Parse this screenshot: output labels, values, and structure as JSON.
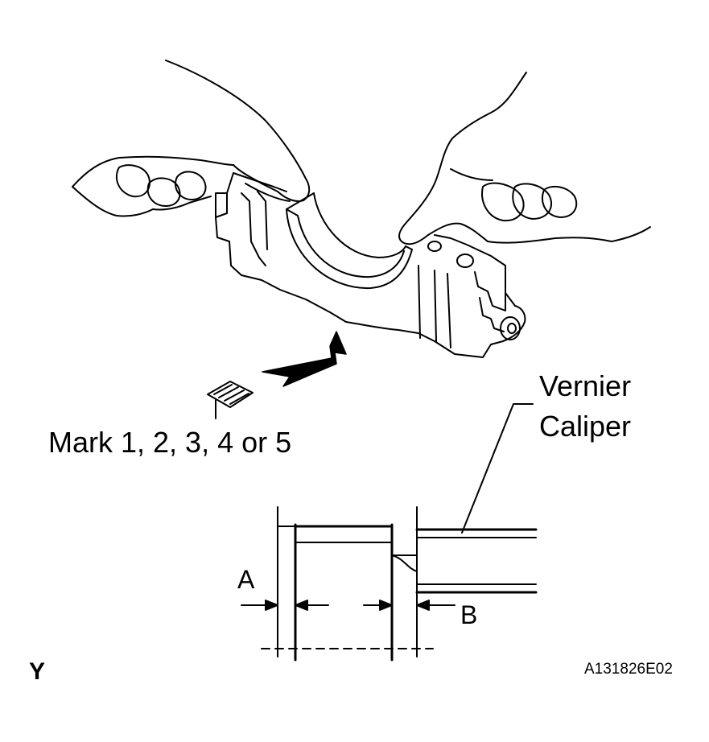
{
  "labels": {
    "mark": "Mark 1, 2, 3, 4 or 5",
    "vernier_line1": "Vernier",
    "vernier_line2": "Caliper",
    "a": "A",
    "b": "B",
    "y": "Y",
    "figure_id": "A131826E02"
  },
  "colors": {
    "line": "#000000",
    "background": "#ffffff"
  }
}
